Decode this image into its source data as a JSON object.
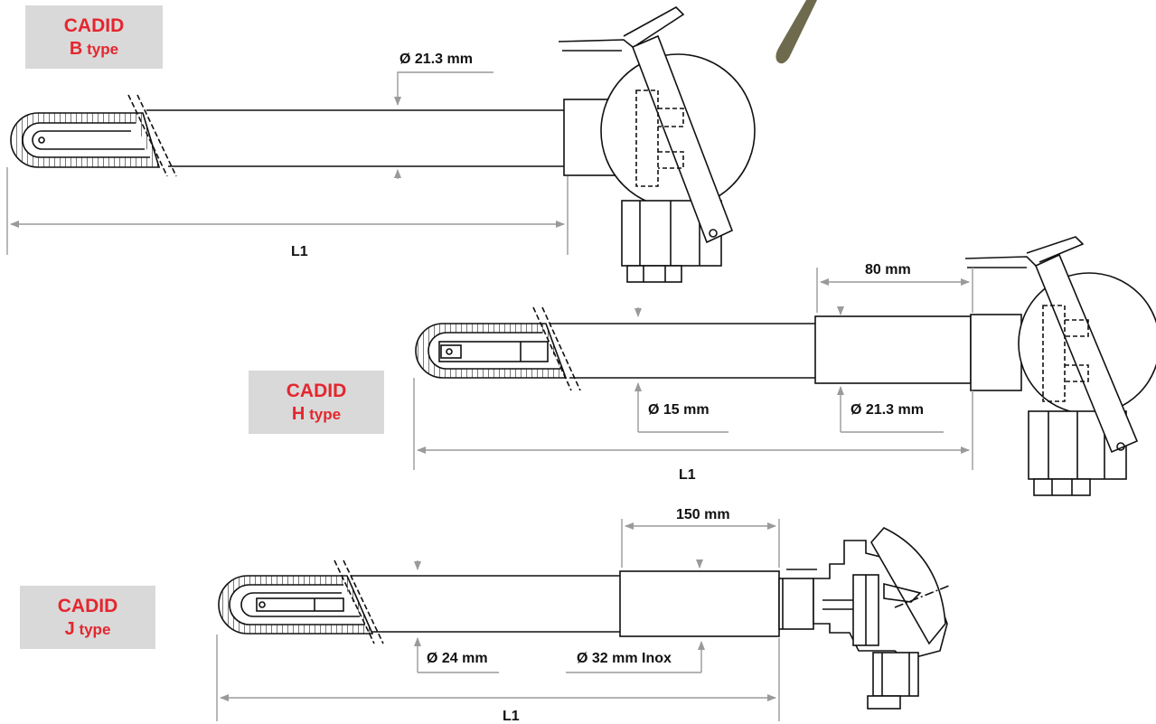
{
  "colors": {
    "brand_red": "#e4262e",
    "badge_gray": "#d9d9d9",
    "dim_gray": "#9a9a9a",
    "line": "#111111"
  },
  "variants": {
    "b": {
      "name": "CADID",
      "letter": "B",
      "word": "type",
      "dia_main": "Ø 21.3 mm",
      "length": "L1"
    },
    "h": {
      "name": "CADID",
      "letter": "H",
      "word": "type",
      "dia_tip": "Ø 15 mm",
      "dia_sleeve": "Ø 21.3 mm",
      "sleeve_len": "80 mm",
      "length": "L1"
    },
    "j": {
      "name": "CADID",
      "letter": "J",
      "word": "type",
      "dia_tube": "Ø 24 mm",
      "dia_sleeve": "Ø 32 mm Inox",
      "sleeve_len": "150 mm",
      "length": "L1"
    }
  }
}
